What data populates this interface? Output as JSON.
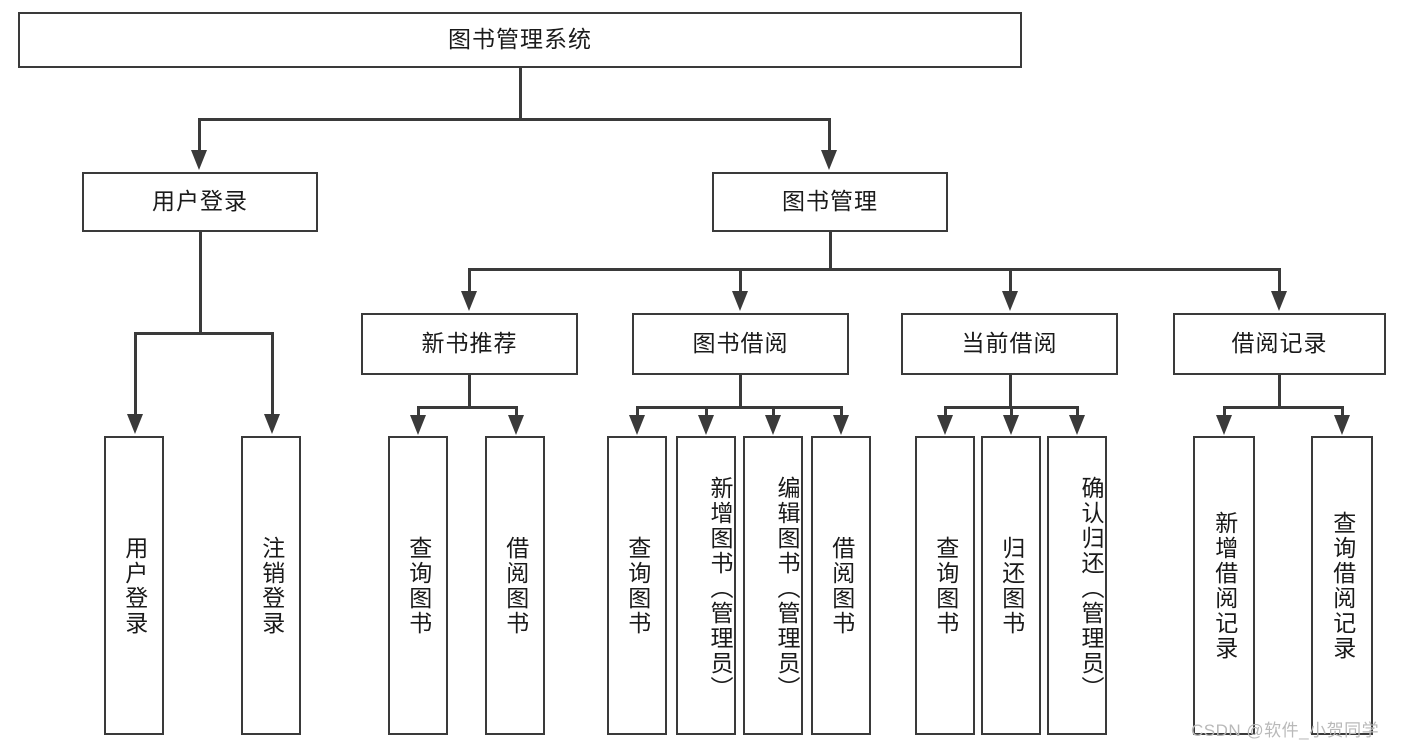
{
  "diagram": {
    "title": "图书管理系统",
    "type": "tree-hierarchy-diagram",
    "colors": {
      "stroke": "#3a3a3a",
      "fill": "#ffffff",
      "text": "#1a1a1a",
      "watermark": "#b9b9b9"
    },
    "root": {
      "label": "图书管理系统"
    },
    "level2": {
      "user_login": {
        "label": "用户登录"
      },
      "book_manage": {
        "label": "图书管理"
      }
    },
    "level3": {
      "new_book_recommend": {
        "label": "新书推荐"
      },
      "book_borrow": {
        "label": "图书借阅"
      },
      "current_borrow": {
        "label": "当前借阅"
      },
      "borrow_record": {
        "label": "借阅记录"
      }
    },
    "leaves": {
      "user_login": [
        {
          "label": "用户登录"
        },
        {
          "label": "注销登录"
        }
      ],
      "new_book_recommend": [
        {
          "label": "查询图书"
        },
        {
          "label": "借阅图书"
        }
      ],
      "book_borrow": [
        {
          "label": "查询图书"
        },
        {
          "label": "新增图书（管理员）"
        },
        {
          "label": "编辑图书（管理员）"
        },
        {
          "label": "借阅图书"
        }
      ],
      "current_borrow": [
        {
          "label": "查询图书"
        },
        {
          "label": "归还图书"
        },
        {
          "label": "确认归还（管理员）"
        }
      ],
      "borrow_record": [
        {
          "label": "新增借阅记录"
        },
        {
          "label": "查询借阅记录"
        }
      ]
    },
    "watermark": "CSDN @软件_小贺同学"
  }
}
